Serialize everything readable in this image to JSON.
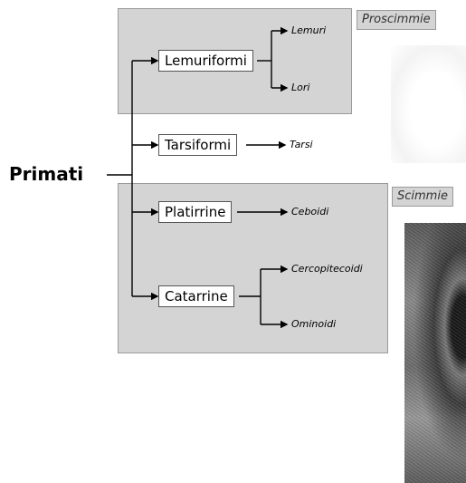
{
  "root": "Primati",
  "groups": {
    "proscimmie": "Proscimmie",
    "scimmie": "Scimmie"
  },
  "nodes": {
    "lemuriformi": "Lemuriformi",
    "tarsiformi": "Tarsiformi",
    "platirrine": "Platirrine",
    "catarrine": "Catarrine"
  },
  "leaves": {
    "lemuri": "Lemuri",
    "lori": "Lori",
    "tarsi": "Tarsi",
    "ceboidi": "Ceboidi",
    "cercopitecoidi": "Cercopitecoidi",
    "ominoidi": "Ominoidi"
  },
  "colors": {
    "group_fill": "#d4d4d4",
    "group_border": "#9a9a9a",
    "line": "#000000"
  }
}
